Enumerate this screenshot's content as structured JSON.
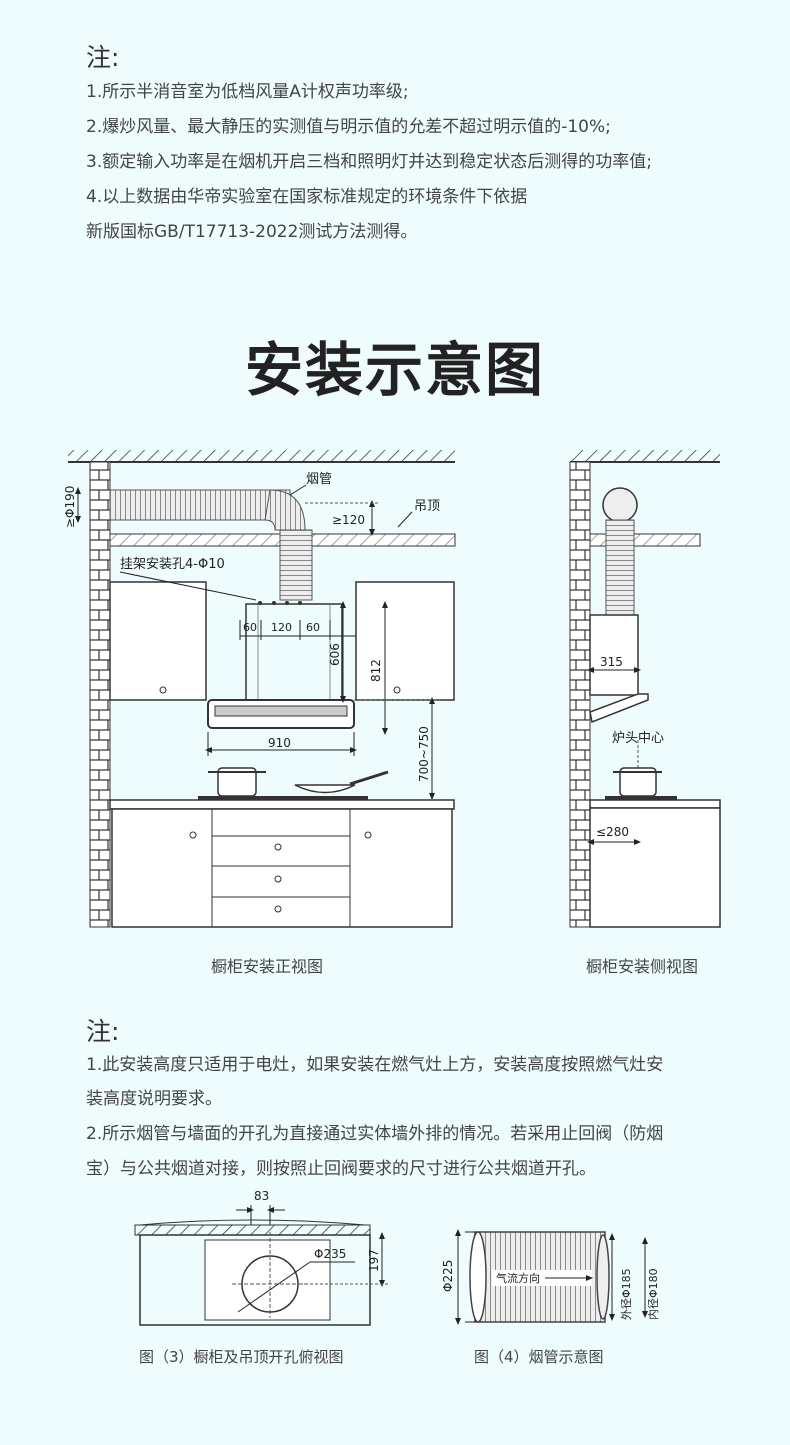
{
  "notes_top": {
    "heading": "注:",
    "lines": [
      "1.所示半消音室为低档风量A计权声功率级;",
      "2.爆炒风量、最大静压的实测值与明示值的允差不超过明示值的-10%;",
      "3.额定输入功率是在烟机开启三档和照明灯并达到稳定状态后测得的功率值;",
      "4.以上数据由华帝实验室在国家标准规定的环境条件下依据",
      "新版国标GB/T17713-2022测试方法测得。"
    ]
  },
  "section_title": "安装示意图",
  "front_view": {
    "labels": {
      "duct": "烟管",
      "ceiling": "吊顶",
      "bracket": "挂架安装孔4-Φ10",
      "duct_dia": "≥Φ190",
      "gap": "≥120",
      "d60a": "60",
      "d120": "120",
      "d60b": "60",
      "h606": "606",
      "h812": "812",
      "w910": "910",
      "h700": "700~750"
    },
    "caption": "橱柜安装正视图"
  },
  "side_view": {
    "labels": {
      "d315": "315",
      "burner": "炉头中心",
      "d280": "≤280"
    },
    "caption": "橱柜安装侧视图"
  },
  "notes_mid": {
    "heading": "注:",
    "lines": [
      "1.此安装高度只适用于电灶，如果安装在燃气灶上方，安装高度按照燃气灶安",
      "装高度说明要求。",
      "2.所示烟管与墙面的开孔为直接通过实体墙外排的情况。若采用止回阀（防烟",
      "宝）与公共烟道对接，则按照止回阀要求的尺寸进行公共烟道开孔。"
    ]
  },
  "fig3": {
    "d83": "83",
    "d235": "Φ235",
    "d197": "197",
    "caption": "图（3）橱柜及吊顶开孔俯视图"
  },
  "fig4": {
    "d225": "Φ225",
    "airflow": "气流方向",
    "outer": "外径Φ185",
    "inner": "内径Φ180",
    "caption": "图（4）烟管示意图"
  }
}
